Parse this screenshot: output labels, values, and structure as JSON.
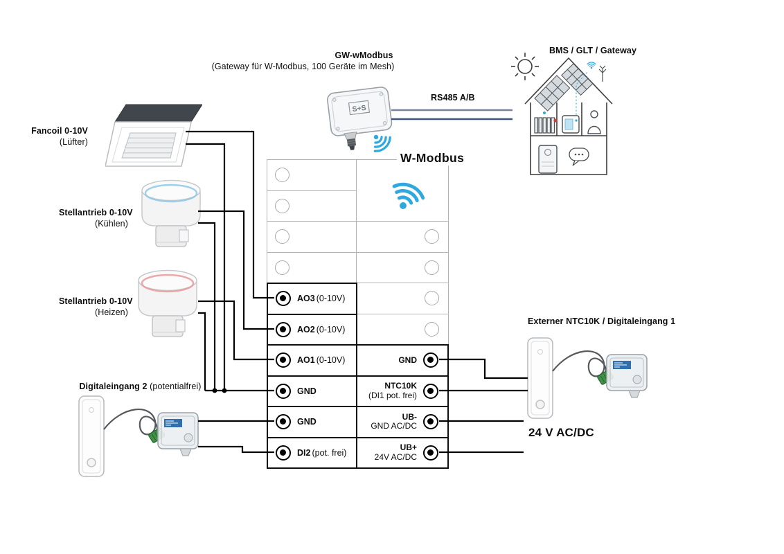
{
  "header": {
    "gateway_title": "GW-wModbus",
    "gateway_subtitle": "(Gateway für W-Modbus, 100 Geräte im Mesh)",
    "gateway_logo": "S+S",
    "bus_label": "RS485 A/B",
    "bms_label": "BMS / GLT / Gateway",
    "wireless_label": "W-Modbus"
  },
  "left_devices": [
    {
      "name": "Fancoil 0-10V",
      "sub": "(Lüfter)"
    },
    {
      "name": "Stellantrieb 0-10V",
      "sub": "(Kühlen)"
    },
    {
      "name": "Stellantrieb 0-10V",
      "sub": "(Heizen)"
    },
    {
      "name": "Digitaleingang 2",
      "sub": "(potentialfrei)"
    }
  ],
  "right_side": {
    "sensor_label": "Externer NTC10K / Digitaleingang 1",
    "power_label": "24 V AC/DC"
  },
  "terminal_block": {
    "left": [
      {
        "label": "AO3",
        "detail": "(0-10V)"
      },
      {
        "label": "AO2",
        "detail": "(0-10V)"
      },
      {
        "label": "AO1",
        "detail": "(0-10V)"
      },
      {
        "label": "GND",
        "detail": ""
      },
      {
        "label": "GND",
        "detail": ""
      },
      {
        "label": "DI2",
        "detail": "(pot. frei)"
      }
    ],
    "right": [
      {
        "label": "GND",
        "detail": ""
      },
      {
        "label": "NTC10K",
        "detail": "(DI1 pot. frei)"
      },
      {
        "label": "UB-",
        "detail": "GND AC/DC"
      },
      {
        "label": "UB+",
        "detail": "24V AC/DC"
      }
    ]
  },
  "colors": {
    "wire": "#000000",
    "accent_blue": "#2fa8e0",
    "rs485_top": "#76839b",
    "rs485_bottom": "#3d557e"
  }
}
